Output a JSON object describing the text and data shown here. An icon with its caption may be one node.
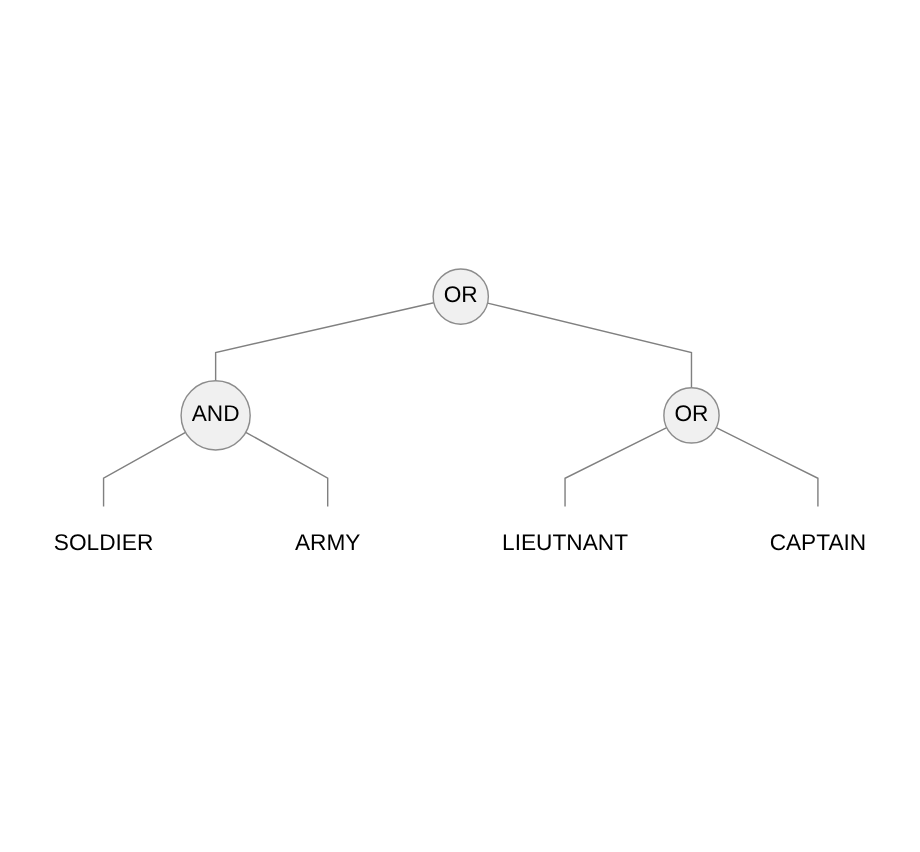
{
  "diagram": {
    "nodes": [
      {
        "text": [
          "OR"
        ]
      },
      {
        "text": [
          "AND"
        ]
      },
      {
        "text": [
          "OR"
        ]
      },
      {
        "text": [
          "SOLDIER"
        ]
      },
      {
        "text": [
          "ARMY"
        ]
      },
      {
        "text": [
          "LIEUTNANT"
        ]
      },
      {
        "text": [
          "CAPTAIN"
        ]
      }
    ],
    "edges": [
      {
        "from": 0,
        "to": 1,
        "arrow": "none"
      },
      {
        "from": 0,
        "to": 2,
        "arrow": "none"
      },
      {
        "from": 1,
        "to": 3,
        "arrow": "none"
      },
      {
        "from": 1,
        "to": 4,
        "arrow": "none"
      },
      {
        "from": 2,
        "to": 5,
        "arrow": "none"
      },
      {
        "from": 2,
        "to": 6,
        "arrow": "none"
      }
    ]
  }
}
